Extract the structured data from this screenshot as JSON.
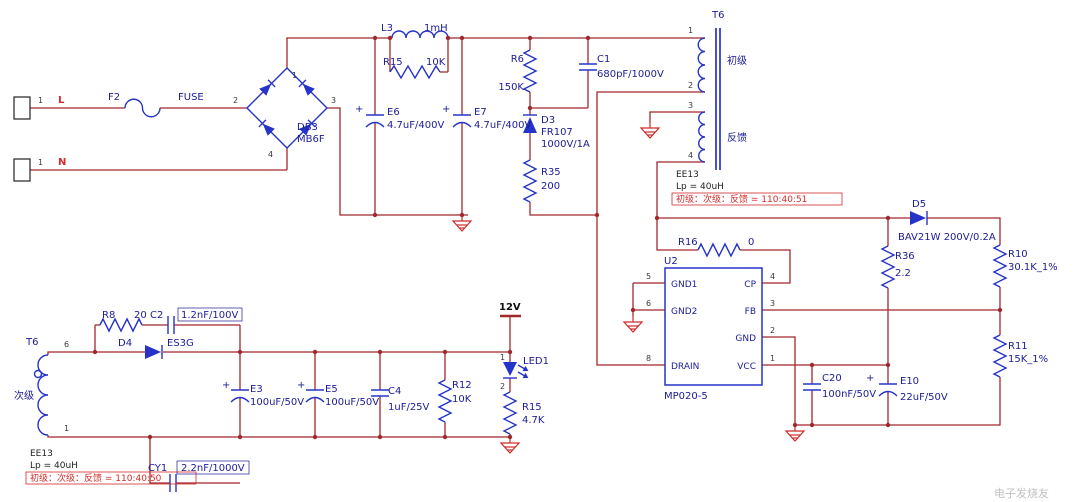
{
  "colors": {
    "wire": "#a0282d",
    "component": "#2633c8",
    "label": "#1c1c96",
    "pin_number": "#3a3a3a",
    "net": "#d22b2b",
    "ground": "#cf2a2a"
  },
  "ac_input": {
    "l": {
      "pin": "1",
      "net": "L"
    },
    "n": {
      "pin": "1",
      "net": "N"
    },
    "fuse": {
      "ref": "F2",
      "value": "FUSE"
    }
  },
  "bridge": {
    "ref": "DB3",
    "value": "MB6F",
    "pin1": "1",
    "pin2": "2",
    "pin3": "3",
    "pin4": "4"
  },
  "input_filter": {
    "l3": {
      "ref": "L3",
      "value": "1mH"
    },
    "r15": {
      "ref": "R15",
      "value": "10K"
    },
    "e6": {
      "ref": "E6",
      "value": "4.7uF/400V",
      "polarity": "+"
    },
    "e7": {
      "ref": "E7",
      "value": "4.7uF/400V",
      "polarity": "+"
    }
  },
  "clamp": {
    "r6": {
      "ref": "R6",
      "value": "150K"
    },
    "c1": {
      "ref": "C1",
      "value": "680pF/1000V"
    },
    "d3": {
      "ref": "D3",
      "value": "FR107",
      "rating": "1000V/1A"
    },
    "r35": {
      "ref": "R35",
      "value": "200"
    }
  },
  "transformer": {
    "ref": "T6",
    "primary_label": "初级",
    "feedback_label": "反馈",
    "secondary_label": "次级",
    "pin1": "1",
    "pin2": "2",
    "pin3": "3",
    "pin4": "4",
    "pin6": "6",
    "core": "EE13",
    "lp": "Lp = 40uH",
    "ratio_primary": "初级：次级：反馈 = 110:40:51",
    "ratio_secondary": "初级：次级：反馈 = 110:40:50"
  },
  "controller": {
    "ref": "U2",
    "value": "MP020-5",
    "gnd1": {
      "pin": "5",
      "name": "GND1"
    },
    "gnd2": {
      "pin": "6",
      "name": "GND2"
    },
    "drain": {
      "pin": "8",
      "name": "DRAIN"
    },
    "cp": {
      "pin": "4",
      "name": "CP"
    },
    "fb": {
      "pin": "3",
      "name": "FB"
    },
    "gnd": {
      "pin": "2",
      "name": "GND"
    },
    "vcc": {
      "pin": "1",
      "name": "VCC"
    }
  },
  "vcc_fb": {
    "r16": {
      "ref": "R16",
      "value": "0"
    },
    "d5": {
      "ref": "D5",
      "value": "BAV21W 200V/0.2A"
    },
    "r36": {
      "ref": "R36",
      "value": "2.2"
    },
    "r10": {
      "ref": "R10",
      "value": "30.1K_1%"
    },
    "r11": {
      "ref": "R11",
      "value": "15K_1%"
    },
    "c20": {
      "ref": "C20",
      "value": "100nF/50V"
    },
    "e10": {
      "ref": "E10",
      "value": "22uF/50V",
      "polarity": "+"
    }
  },
  "output": {
    "rail": "12V",
    "r8": {
      "ref": "R8",
      "value": "20"
    },
    "c2": {
      "ref": "C2",
      "value": "1.2nF/100V"
    },
    "d4": {
      "ref": "D4",
      "value": "ES3G"
    },
    "e3": {
      "ref": "E3",
      "value": "100uF/50V",
      "polarity": "+"
    },
    "e5": {
      "ref": "E5",
      "value": "100uF/50V",
      "polarity": "+"
    },
    "c4": {
      "ref": "C4",
      "value": "1uF/25V"
    },
    "r12": {
      "ref": "R12",
      "value": "10K"
    },
    "led1": {
      "ref": "LED1",
      "pin1": "1",
      "pin2": "2"
    },
    "r15": {
      "ref": "R15",
      "value": "4.7K"
    },
    "cy1": {
      "ref": "CY1",
      "value": "2.2nF/1000V"
    }
  },
  "watermark": "电子发烧友"
}
